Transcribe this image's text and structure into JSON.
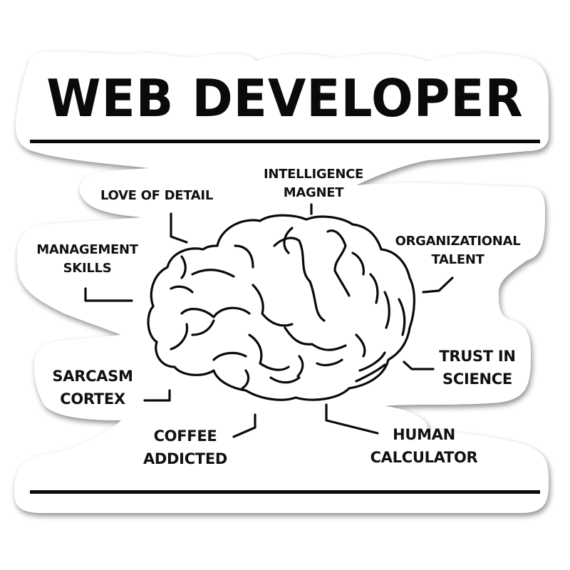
{
  "title": "WEB DEVELOPER",
  "colors": {
    "ink": "#0a0a0a",
    "sticker": "#ffffff",
    "shadow": "#9a9a9a"
  },
  "labels": {
    "intelligence_magnet": [
      "INTELLIGENCE",
      "MAGNET"
    ],
    "love_of_detail": [
      "LOVE OF DETAIL"
    ],
    "management_skills": [
      "MANAGEMENT",
      "SKILLS"
    ],
    "organizational_talent": [
      "ORGANIZATIONAL",
      "TALENT"
    ],
    "sarcasm_cortex": [
      "SARCASM",
      "CORTEX"
    ],
    "trust_in_science": [
      "TRUST IN",
      "SCIENCE"
    ],
    "coffee_addicted": [
      "COFFEE",
      "ADDICTED"
    ],
    "human_calculator": [
      "HUMAN",
      "CALCULATOR"
    ]
  },
  "icons": {
    "brain": "brain-icon"
  }
}
